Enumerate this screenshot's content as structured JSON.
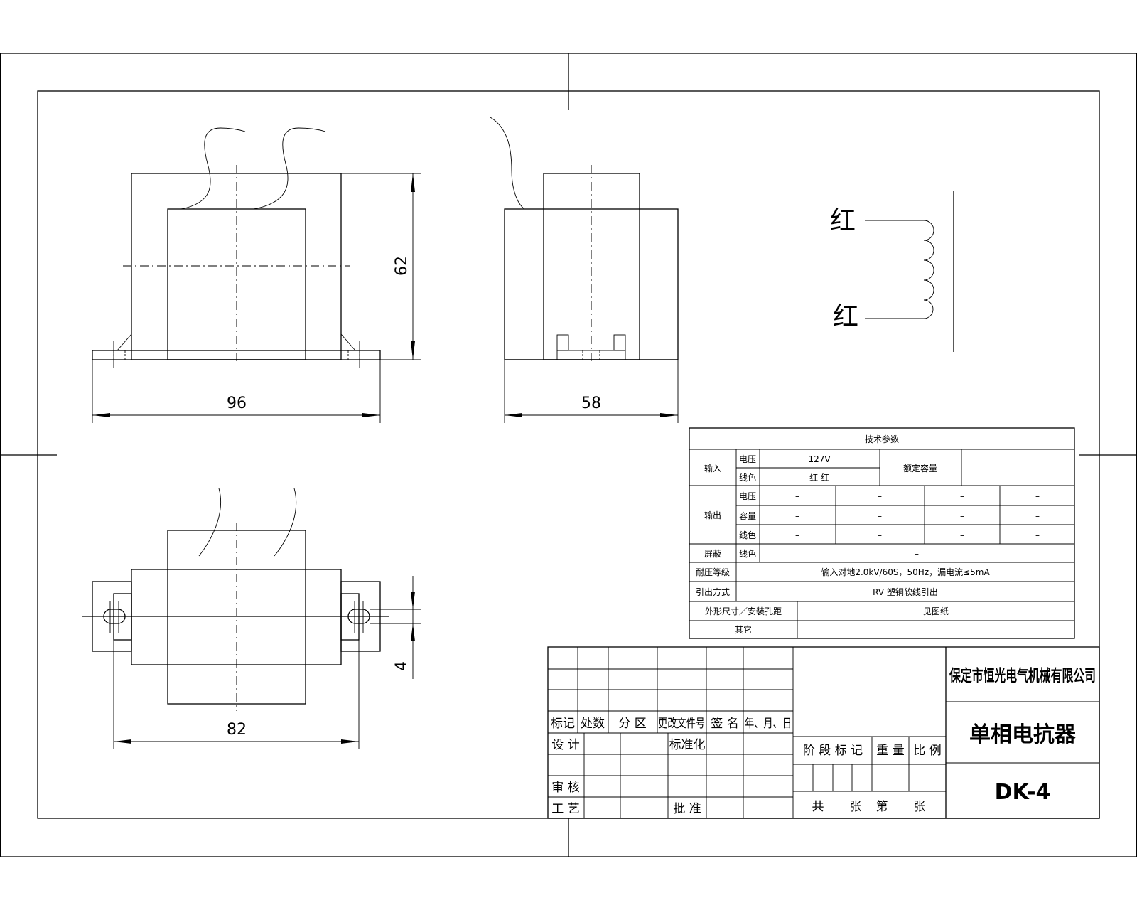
{
  "dimensions": {
    "front_width": "96",
    "front_height": "62",
    "side_width": "58",
    "top_width": "82",
    "slot": "4"
  },
  "schematic": {
    "top_wire_color": "红",
    "bottom_wire_color": "红"
  },
  "tech_table": {
    "title": "技术参数",
    "input_label": "输入",
    "voltage_label": "电压",
    "input_voltage": "127V",
    "wire_color_label": "线色",
    "input_wire_color": "红 红",
    "rated_capacity_label": "额定容量",
    "rated_capacity": "",
    "output_label": "输出",
    "capacity_label": "容量",
    "output_rows": [
      [
        "–",
        "–",
        "–",
        "–"
      ],
      [
        "–",
        "–",
        "–",
        "–"
      ],
      [
        "–",
        "–",
        "–",
        "–"
      ]
    ],
    "shield_label": "屏蔽",
    "shield_value": "–",
    "withstand_label": "耐压等级",
    "withstand_value": "输入对地2.0kV/60S，50Hz，漏电流≤5mA",
    "leadout_label": "引出方式",
    "leadout_value": "RV 塑铜软线引出",
    "outline_label": "外形尺寸／安装孔距",
    "outline_value": "见图纸",
    "other_label": "其它",
    "other_value": ""
  },
  "title_block": {
    "company": "保定市恒光电气机械有限公司",
    "product_name": "单相电抗器",
    "model": "DK-4",
    "rev_headers": [
      "标记",
      "处数",
      "分 区",
      "更改文件号",
      "签 名",
      "年、月、日"
    ],
    "design": "设 计",
    "standardization": "标准化",
    "review": "审 核",
    "process": "工 艺",
    "approve": "批 准",
    "stage_mark": "阶 段 标 记",
    "weight": "重 量",
    "scale": "比 例",
    "total": "共",
    "sheets_a": "张",
    "sheet_no": "第",
    "sheets_b": "张"
  }
}
